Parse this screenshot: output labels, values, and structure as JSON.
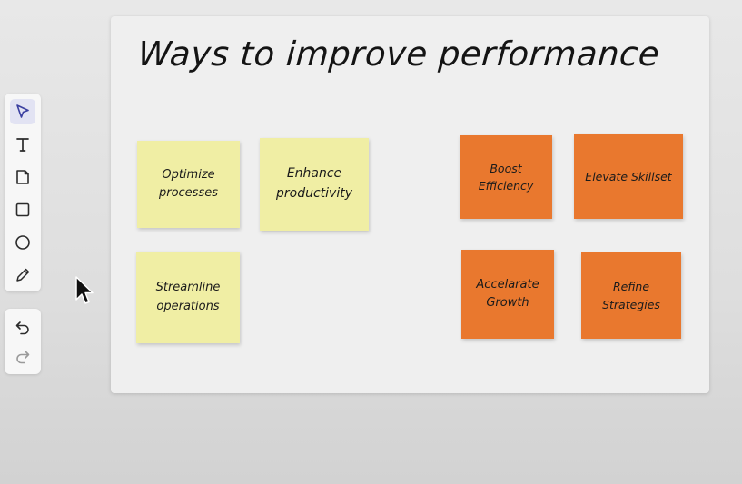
{
  "board": {
    "title": "Ways to improve performance"
  },
  "toolbar": {
    "tools": [
      {
        "name": "select-tool",
        "icon": "pointer-arrow-icon",
        "active": true
      },
      {
        "name": "text-tool",
        "icon": "text-T-icon",
        "active": false
      },
      {
        "name": "sticky-note-tool",
        "icon": "note-icon",
        "active": false
      },
      {
        "name": "rectangle-tool",
        "icon": "square-icon",
        "active": false
      },
      {
        "name": "ellipse-tool",
        "icon": "circle-icon",
        "active": false
      },
      {
        "name": "pen-tool",
        "icon": "pencil-icon",
        "active": false
      }
    ],
    "history": [
      {
        "name": "undo-button",
        "icon": "undo-icon"
      },
      {
        "name": "redo-button",
        "icon": "redo-icon"
      }
    ]
  },
  "notes": {
    "yellow": [
      {
        "text": "Optimize\nprocesses"
      },
      {
        "text": "Enhance\nproductivity"
      },
      {
        "text": "Streamline\noperations"
      }
    ],
    "orange": [
      {
        "text": "Boost Efficiency"
      },
      {
        "text": "Elevate Skillset"
      },
      {
        "text": "Accelarate\nGrowth"
      },
      {
        "text": "Refine Strategies"
      }
    ]
  },
  "colors": {
    "yellow_note": "#f0eea4",
    "orange_note": "#e9782e",
    "active_tool": "#e2e3f3",
    "tool_icon": "#2b2b2b"
  }
}
